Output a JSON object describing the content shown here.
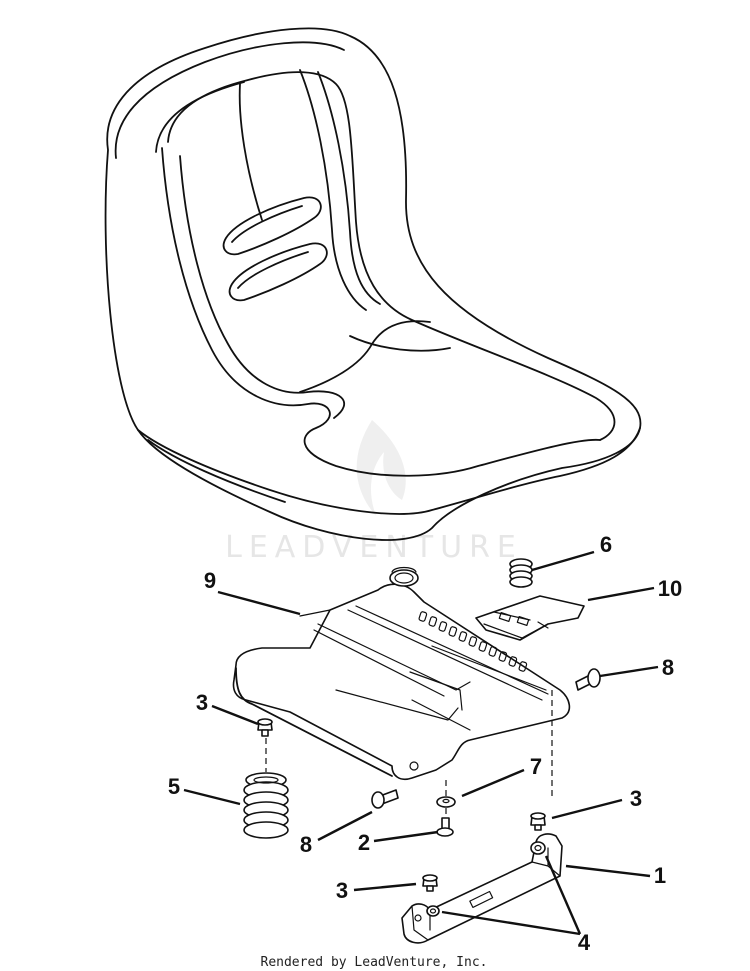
{
  "watermark": "LEADVENTURE",
  "credit": "Rendered by LeadVenture, Inc.",
  "callouts": [
    {
      "id": "9",
      "label": "9"
    },
    {
      "id": "6",
      "label": "6"
    },
    {
      "id": "10",
      "label": "10"
    },
    {
      "id": "8a",
      "label": "8"
    },
    {
      "id": "3a",
      "label": "3"
    },
    {
      "id": "7",
      "label": "7"
    },
    {
      "id": "5",
      "label": "5"
    },
    {
      "id": "3b",
      "label": "3"
    },
    {
      "id": "8b",
      "label": "8"
    },
    {
      "id": "2",
      "label": "2"
    },
    {
      "id": "1",
      "label": "1"
    },
    {
      "id": "3c",
      "label": "3"
    },
    {
      "id": "4",
      "label": "4"
    }
  ]
}
